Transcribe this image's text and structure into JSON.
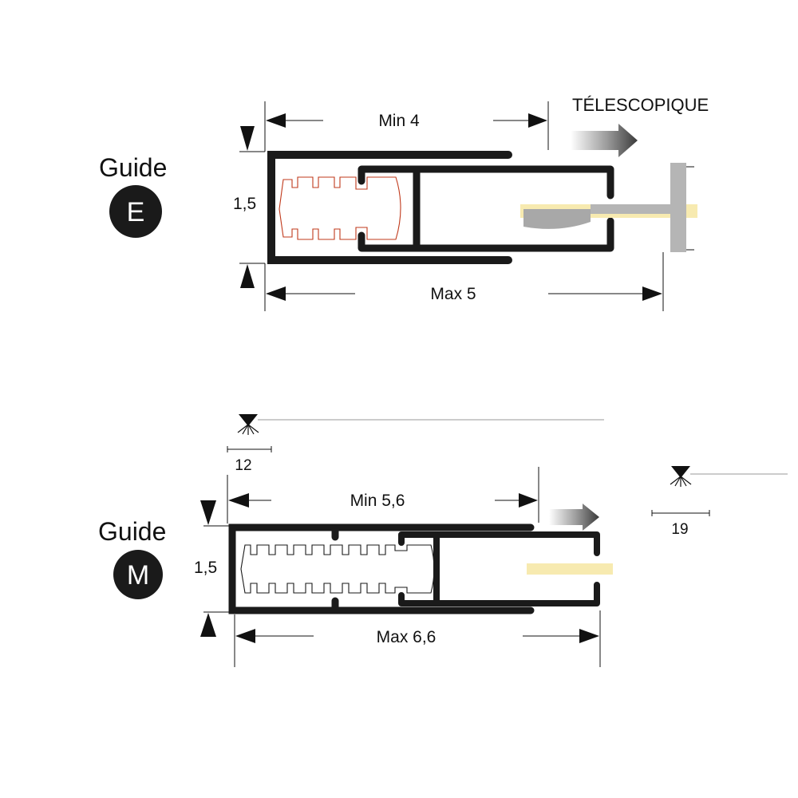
{
  "guide_e": {
    "title": "Guide",
    "badge": "E",
    "height_label": "1,5",
    "min_label": "Min 4",
    "max_label": "Max 5",
    "telescopic_label": "TÉLESCOPIQUE"
  },
  "guide_m": {
    "title": "Guide",
    "badge": "M",
    "height_label": "1,5",
    "min_label": "Min 5,6",
    "max_label": "Max 6,6",
    "offset_left_label": "12",
    "offset_right_label": "19"
  },
  "colors": {
    "profile": "#1a1a1a",
    "spring_e": "#c0391b",
    "spring_m": "#1a1a1a",
    "insert": "#f7eab0",
    "hardware": "#b5b5b5",
    "badge_bg": "#1a1a1a"
  }
}
